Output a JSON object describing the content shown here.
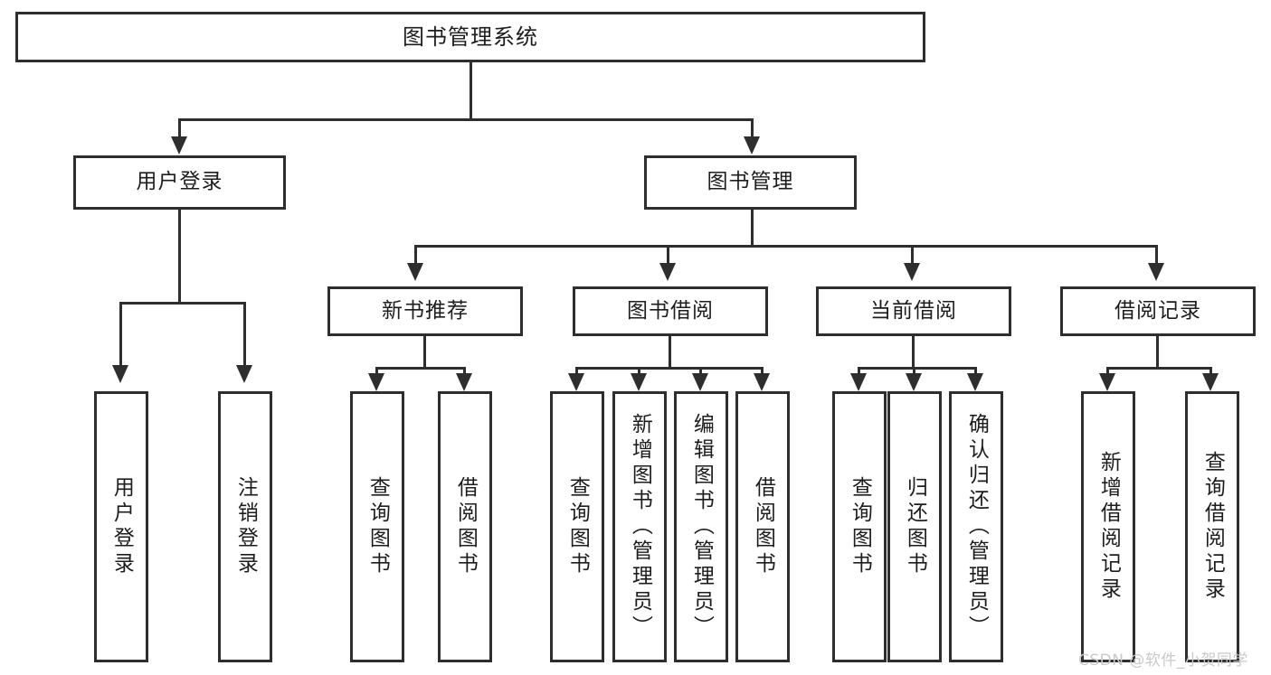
{
  "diagram": {
    "title": "图书管理系统",
    "type": "hierarchy-tree",
    "root": {
      "id": "root",
      "label": "图书管理系统"
    },
    "level2": [
      {
        "id": "user-login",
        "label": "用户登录"
      },
      {
        "id": "book-manage",
        "label": "图书管理"
      }
    ],
    "level3": [
      {
        "id": "new-book-rec",
        "label": "新书推荐"
      },
      {
        "id": "book-borrow",
        "label": "图书借阅"
      },
      {
        "id": "current-borrow",
        "label": "当前借阅"
      },
      {
        "id": "borrow-record",
        "label": "借阅记录"
      }
    ],
    "leaves": {
      "user_login": [
        {
          "id": "leaf-user-login",
          "label": "用户登录"
        },
        {
          "id": "leaf-logout-login",
          "label": "注销登录"
        }
      ],
      "new_book_rec": [
        {
          "id": "leaf-query-book-1",
          "label": "查询图书"
        },
        {
          "id": "leaf-borrow-book-1",
          "label": "借阅图书"
        }
      ],
      "book_borrow": [
        {
          "id": "leaf-query-book-2",
          "label": "查询图书"
        },
        {
          "id": "leaf-add-book",
          "label": "新增图书（管理员）"
        },
        {
          "id": "leaf-edit-book",
          "label": "编辑图书（管理员）"
        },
        {
          "id": "leaf-borrow-book-2",
          "label": "借阅图书"
        }
      ],
      "current_borrow": [
        {
          "id": "leaf-query-book-3",
          "label": "查询图书"
        },
        {
          "id": "leaf-return-book",
          "label": "归还图书"
        },
        {
          "id": "leaf-confirm-return",
          "label": "确认归还（管理员）"
        }
      ],
      "borrow_record": [
        {
          "id": "leaf-add-record",
          "label": "新增借阅记录"
        },
        {
          "id": "leaf-query-record",
          "label": "查询借阅记录"
        }
      ]
    }
  },
  "watermark": {
    "text": "CSDN @软件_小贺同学"
  },
  "colors": {
    "stroke": "#2e2e2e",
    "fill": "#ffffff",
    "text": "#1d1d1d",
    "watermark": "#c9c9c9"
  }
}
